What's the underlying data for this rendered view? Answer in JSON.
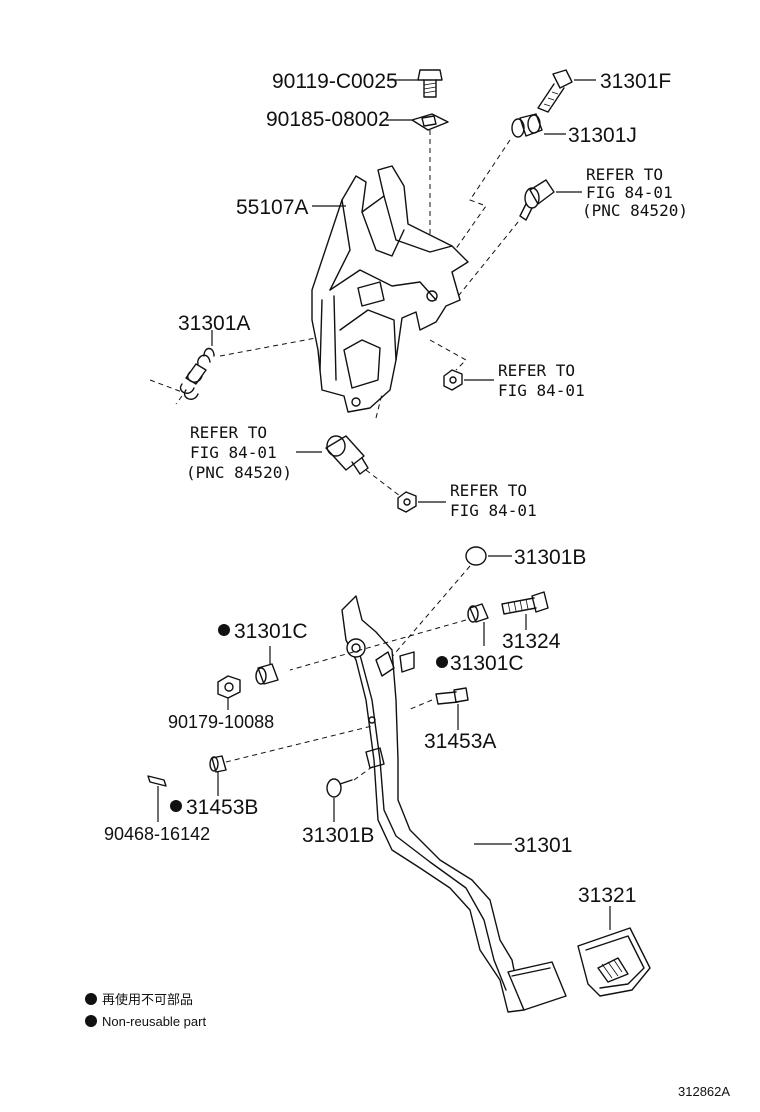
{
  "labels": {
    "p90119": "90119-C0025",
    "p90185": "90185-08002",
    "p31301F": "31301F",
    "p31301J": "31301J",
    "p55107A": "55107A",
    "p31301A": "31301A",
    "refer1_l1": "REFER TO",
    "refer1_l2": "FIG 84-01",
    "refer1_l3": "(PNC 84520)",
    "refer2_l1": "REFER TO",
    "refer2_l2": "FIG 84-01",
    "refer3_l1": "REFER TO",
    "refer3_l2": "FIG 84-01",
    "refer3_l3": "(PNC 84520)",
    "refer4_l1": "REFER TO",
    "refer4_l2": "FIG 84-01",
    "p31301B_top": "31301B",
    "p31301C_left": "31301C",
    "p31324": "31324",
    "p31301C_right": "31301C",
    "p90179": "90179-10088",
    "p31453A": "31453A",
    "p31453B": "31453B",
    "p90468": "90468-16142",
    "p31301B_bottom": "31301B",
    "p31301": "31301",
    "p31321": "31321"
  },
  "legend": {
    "line1": "再使用不可部品",
    "line2": "Non-reusable part"
  },
  "footer": {
    "diagram_code": "312862A"
  }
}
